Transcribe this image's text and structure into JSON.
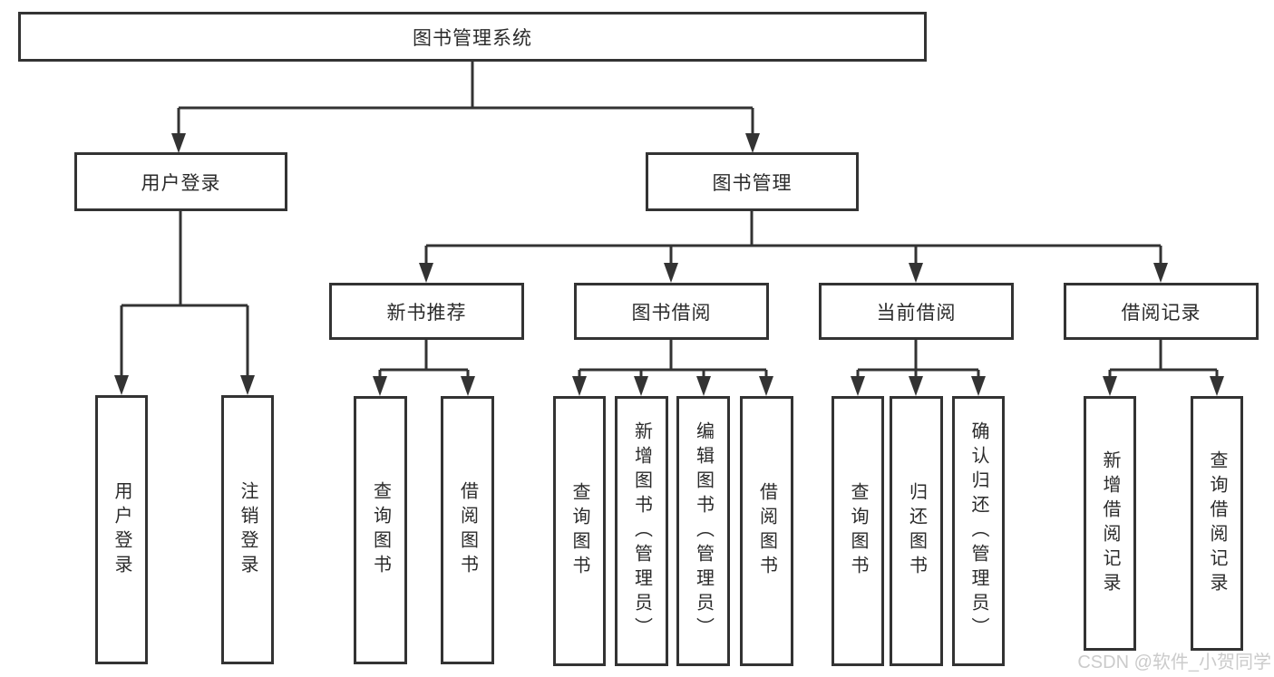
{
  "tree": {
    "root": {
      "label": "图书管理系统"
    },
    "branches": [
      {
        "label": "用户登录",
        "children": [
          {
            "label": "用户登录"
          },
          {
            "label": "注销登录"
          }
        ]
      },
      {
        "label": "图书管理",
        "children": [
          {
            "label": "新书推荐",
            "children": [
              {
                "label": "查询图书"
              },
              {
                "label": "借阅图书"
              }
            ]
          },
          {
            "label": "图书借阅",
            "children": [
              {
                "label": "查询图书"
              },
              {
                "label": "新增图书（管理员）"
              },
              {
                "label": "编辑图书（管理员）"
              },
              {
                "label": "借阅图书"
              }
            ]
          },
          {
            "label": "当前借阅",
            "children": [
              {
                "label": "查询图书"
              },
              {
                "label": "归还图书"
              },
              {
                "label": "确认归还（管理员）"
              }
            ]
          },
          {
            "label": "借阅记录",
            "children": [
              {
                "label": "新增借阅记录"
              },
              {
                "label": "查询借阅记录"
              }
            ]
          }
        ]
      }
    ]
  },
  "watermark": {
    "text": "CSDN @软件_小贺同学",
    "color": "#cbcbcb"
  },
  "colors": {
    "line": "#333333",
    "text": "#2b2b2b",
    "bg": "#ffffff"
  }
}
